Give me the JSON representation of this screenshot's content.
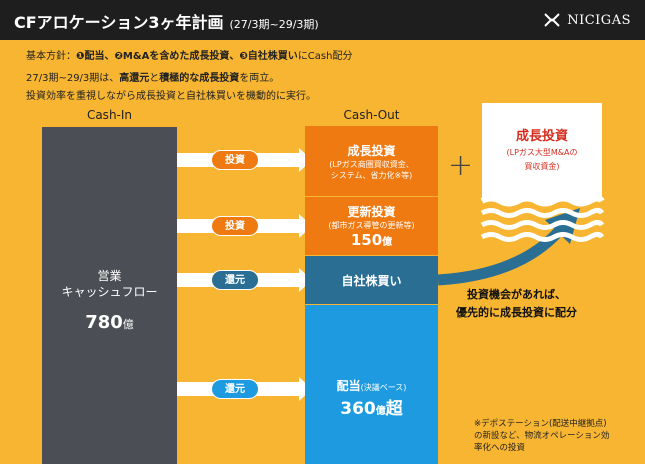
{
  "header": {
    "title": "CFアロケーション3ヶ年計画",
    "period": "(27/3期~29/3期)",
    "logo": "NICIGAS"
  },
  "intro": {
    "line1_prefix": "基本方針：",
    "line1_points": "❶配当、❷M&Aを含めた成長投資、❸自社株買い",
    "line1_suffix": "にCash配分",
    "line2_a": "27/3期~29/3期は、",
    "line2_b": "高還元",
    "line2_c": "と",
    "line2_d": "積極的な成長投資",
    "line2_e": "を両立。",
    "line3": "投資効率を重視しながら成長投資と自社株買いを機動的に実行。"
  },
  "cash_in": {
    "heading": "Cash-In",
    "label_line1": "営業",
    "label_line2": "キャッシュフロー",
    "amount": "780",
    "unit": "億"
  },
  "cash_out": {
    "heading": "Cash-Out",
    "boxes": [
      {
        "title": "成長投資",
        "sub1": "(LPガス商圏買収資金、",
        "sub2": "システム、省力化※等)"
      },
      {
        "title": "更新投資",
        "sub1": "(都市ガス導管の更新等)",
        "amount": "150",
        "unit": "億"
      },
      {
        "title": "自社株買い"
      },
      {
        "title": "配当",
        "sub_inline": "(決議ベース)",
        "amount": "360",
        "unit": "億",
        "suffix": "超"
      }
    ]
  },
  "flows": [
    "投資",
    "投資",
    "還元",
    "還元"
  ],
  "growth_option": {
    "title": "成長投資",
    "sub1": "(LPガス大型M&Aの",
    "sub2": "買収資金)"
  },
  "plus": "+",
  "priority_note": {
    "line1": "投資機会があれば、",
    "line2": "優先的に成長投資に配分"
  },
  "footnote": {
    "line1": "※デポステーション(配送中継拠点)",
    "line2": "の新設など、物流オペレーション効",
    "line3": "率化への投資"
  },
  "colors": {
    "background": "#F7B531",
    "header": "#1E1E1E",
    "cash_in": "#4B4F55",
    "invest": "#F07A12",
    "buyback": "#2A6E94",
    "dividend": "#1E9BE0",
    "accent_red": "#D62B1E"
  }
}
